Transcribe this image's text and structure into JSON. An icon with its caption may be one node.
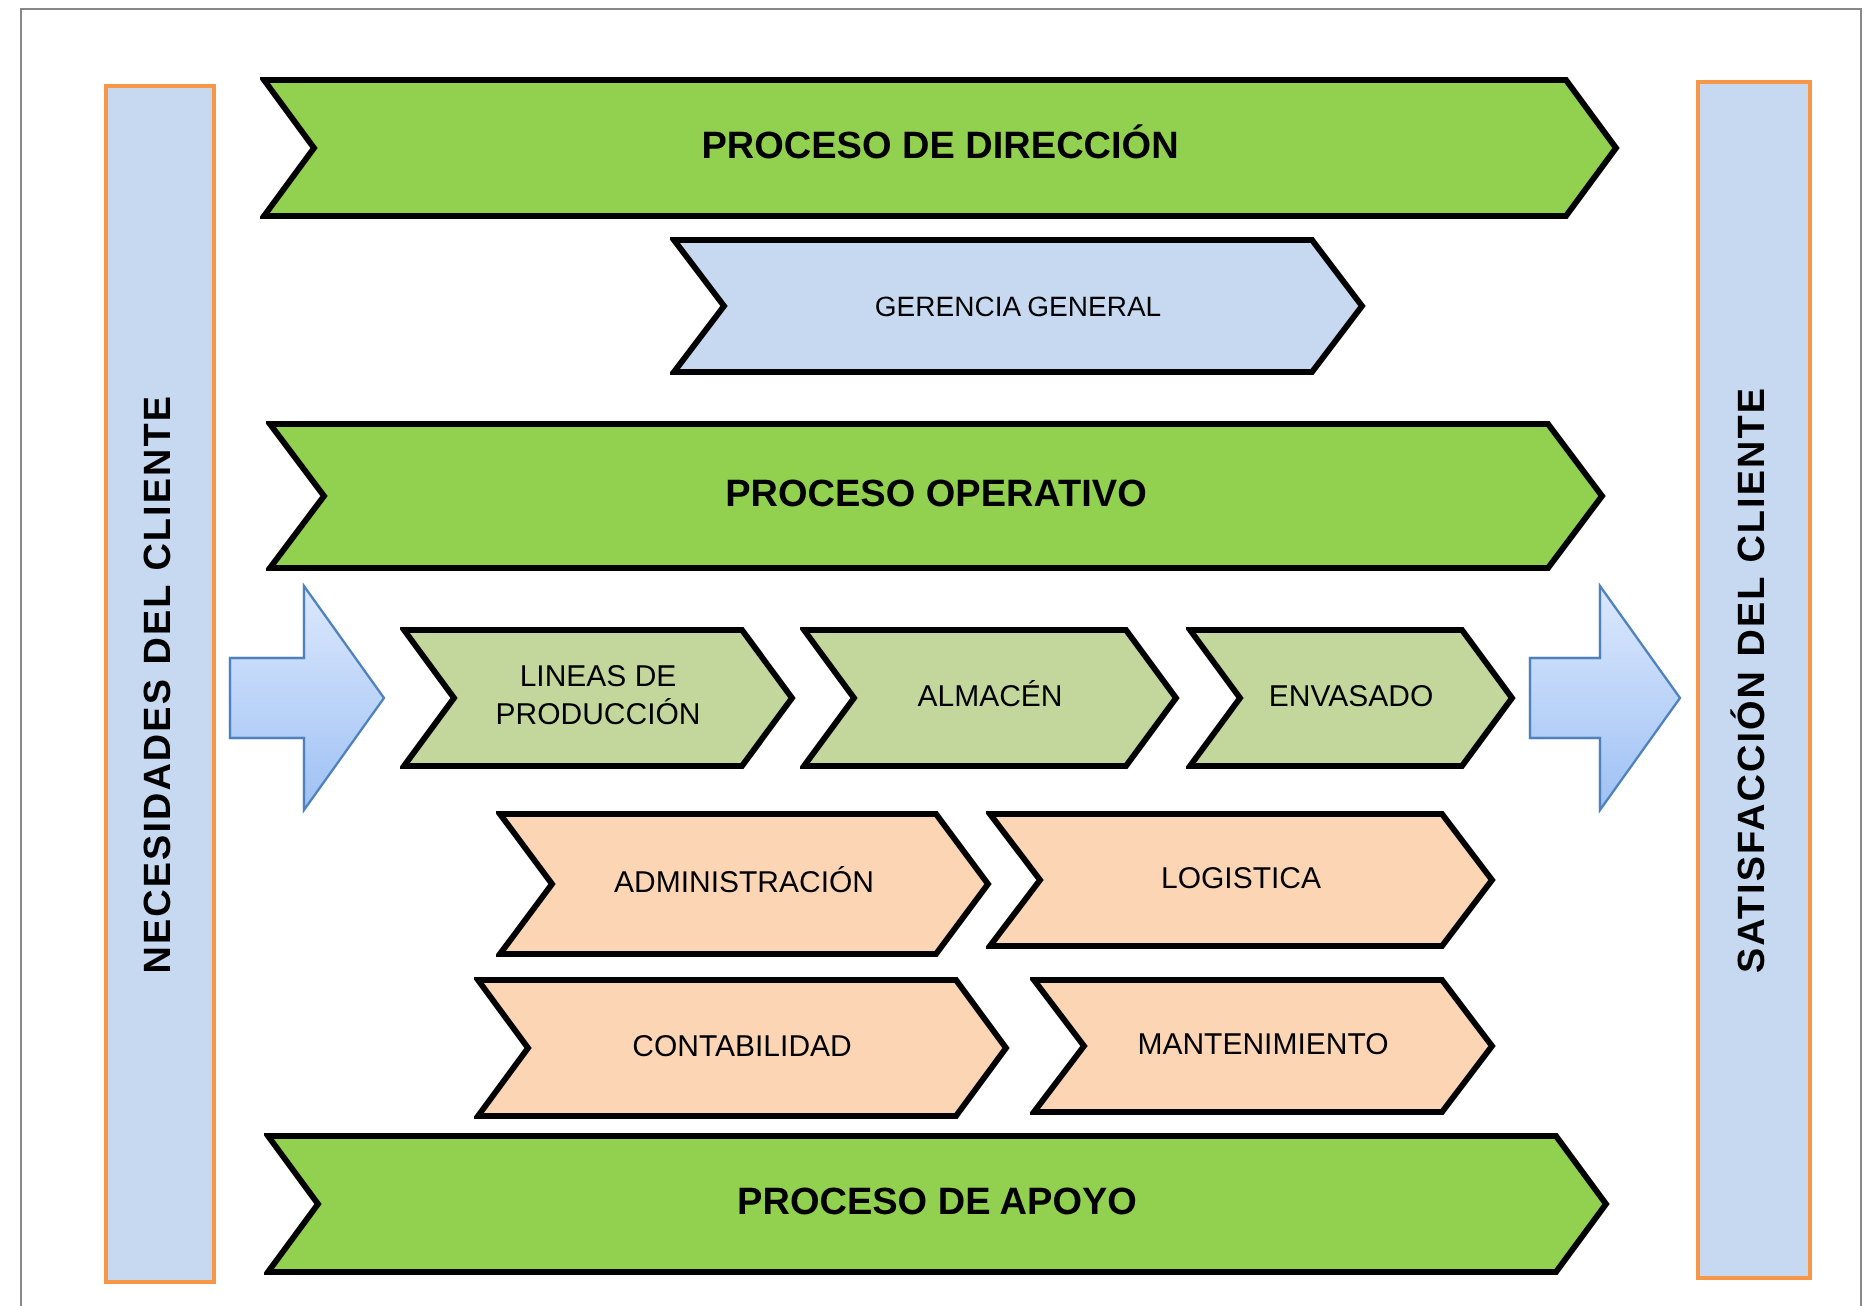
{
  "diagram": {
    "nodes": [
      {
        "text": [
          "NECESIDADES DEL CLIENTE"
        ]
      },
      {
        "text": [
          "PROCESO DE DIRECCIÓN"
        ]
      },
      {
        "text": [
          "GERENCIA GENERAL"
        ]
      },
      {
        "text": [
          "PROCESO OPERATIVO"
        ]
      },
      {
        "text": [
          "LINEAS DE PRODUCCIÓN"
        ]
      },
      {
        "text": [
          "ALMACÉN"
        ]
      },
      {
        "text": [
          "ENVASADO"
        ]
      },
      {
        "text": [
          "ADMINISTRACIÓN"
        ]
      },
      {
        "text": [
          "LOGISTICA"
        ]
      },
      {
        "text": [
          "CONTABILIDAD"
        ]
      },
      {
        "text": [
          "MANTENIMIENTO"
        ]
      },
      {
        "text": [
          "PROCESO DE APOYO"
        ]
      },
      {
        "text": [
          "SATISFACCIÓN DEL CLIENTE"
        ]
      }
    ],
    "edges": [
      {
        "from": 0,
        "to": 4,
        "arrow": "to"
      },
      {
        "from": 6,
        "to": 12,
        "arrow": "to"
      }
    ]
  }
}
